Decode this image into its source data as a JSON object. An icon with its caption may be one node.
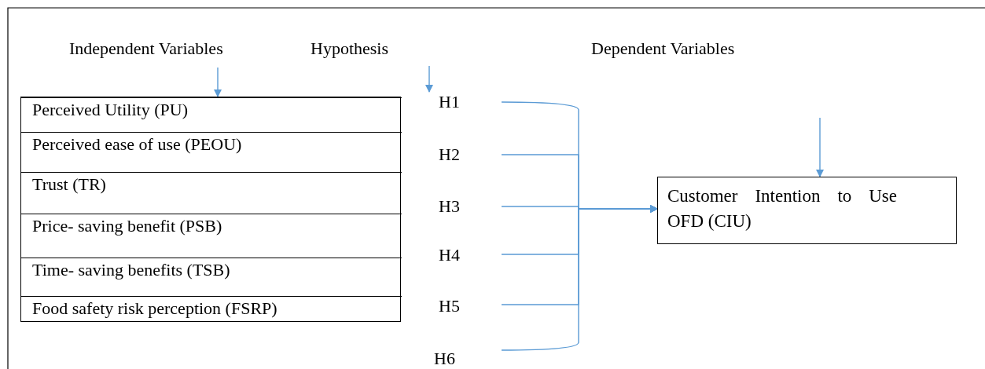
{
  "diagram": {
    "nodes": [
      {
        "text": [],
        "shape": "box"
      },
      {
        "text": [
          "Perceived Utility (PU)"
        ],
        "in": 0
      },
      {
        "text": [
          "Perceived ease of use (PEOU)"
        ],
        "in": 0
      },
      {
        "text": [
          "Trust (TR)"
        ],
        "in": 0
      },
      {
        "text": [
          "Price- saving benefit (PSB)"
        ],
        "in": 0
      },
      {
        "text": [
          "Time- saving benefits (TSB)"
        ],
        "in": 0
      },
      {
        "text": [
          "Food safety risk perception (FSRP)"
        ],
        "in": 0
      },
      {
        "text": [
          "H1"
        ]
      },
      {
        "text": [
          "H2"
        ]
      },
      {
        "text": [
          "H3"
        ]
      },
      {
        "text": [
          "H4"
        ]
      },
      {
        "text": [
          "H5"
        ]
      },
      {
        "text": [
          "H6"
        ]
      },
      {
        "text": [
          "Customer Intention to Use OFD (CIU)"
        ]
      }
    ],
    "edges": [
      {
        "from": null,
        "to": 0,
        "arrow": "to"
      },
      {
        "from": null,
        "to": 7,
        "arrow": "to"
      },
      {
        "from": 7,
        "to": 13,
        "arrow": "to"
      },
      {
        "from": 8,
        "to": 13,
        "arrow": "to"
      },
      {
        "from": 9,
        "to": 13,
        "arrow": "to"
      },
      {
        "from": 10,
        "to": 13,
        "arrow": "to"
      },
      {
        "from": 11,
        "to": 13,
        "arrow": "to"
      },
      {
        "from": 12,
        "to": 13,
        "arrow": "to"
      },
      {
        "from": null,
        "to": 13,
        "arrow": "to"
      }
    ],
    "labels": [
      "Independent Variables",
      "Hypothesis",
      "Dependent Variables"
    ]
  }
}
